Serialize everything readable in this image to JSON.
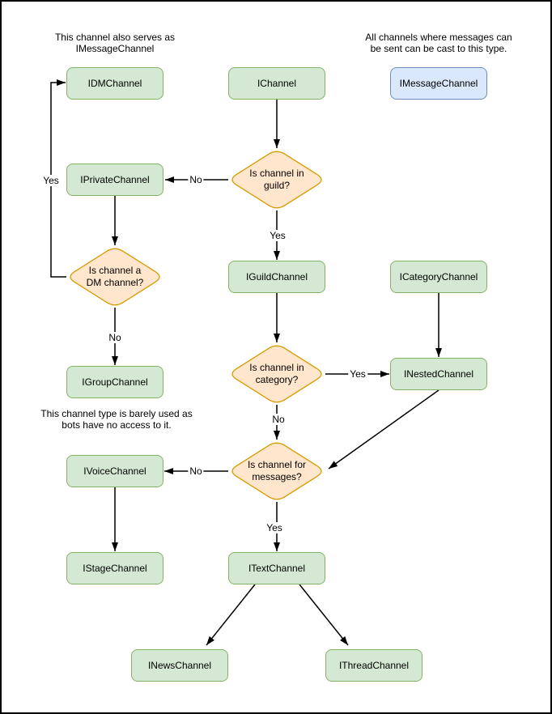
{
  "annotations": {
    "dm_note": {
      "line1": "This channel also serves as",
      "line2": "IMessageChannel"
    },
    "message_note": {
      "line1": "All channels where messages can",
      "line2": "be sent can be cast to this type."
    },
    "group_note": {
      "line1": "This channel type is barely used as",
      "line2": "bots have no access to it."
    }
  },
  "nodes": {
    "idm": "IDMChannel",
    "ichannel": "IChannel",
    "imessage": "IMessageChannel",
    "iprivate": "IPrivateChannel",
    "iguild": "IGuildChannel",
    "icategory": "ICategoryChannel",
    "igroup": "IGroupChannel",
    "inested": "INestedChannel",
    "ivoice": "IVoiceChannel",
    "istage": "IStageChannel",
    "itext": "ITextChannel",
    "inews": "INewsChannel",
    "ithread": "IThreadChannel"
  },
  "decisions": {
    "guild": {
      "line1": "Is channel in",
      "line2": "guild?"
    },
    "dm": {
      "line1": "Is channel a",
      "line2": "DM channel?"
    },
    "category": {
      "line1": "Is channel in",
      "line2": "category?"
    },
    "messages": {
      "line1": "Is channel for",
      "line2": "messages?"
    }
  },
  "edge_labels": {
    "guild_no": "No",
    "guild_yes": "Yes",
    "dm_yes": "Yes",
    "dm_no": "No",
    "category_yes": "Yes",
    "category_no": "No",
    "messages_no": "No",
    "messages_yes": "Yes"
  },
  "colors": {
    "process_fill": "#d5e8d4",
    "process_stroke": "#82b366",
    "message_fill": "#dae8fc",
    "message_stroke": "#6c8ebf",
    "decision_fill": "#ffe6cc",
    "decision_stroke": "#d79b00",
    "connector": "#000000",
    "text": "#000000"
  }
}
